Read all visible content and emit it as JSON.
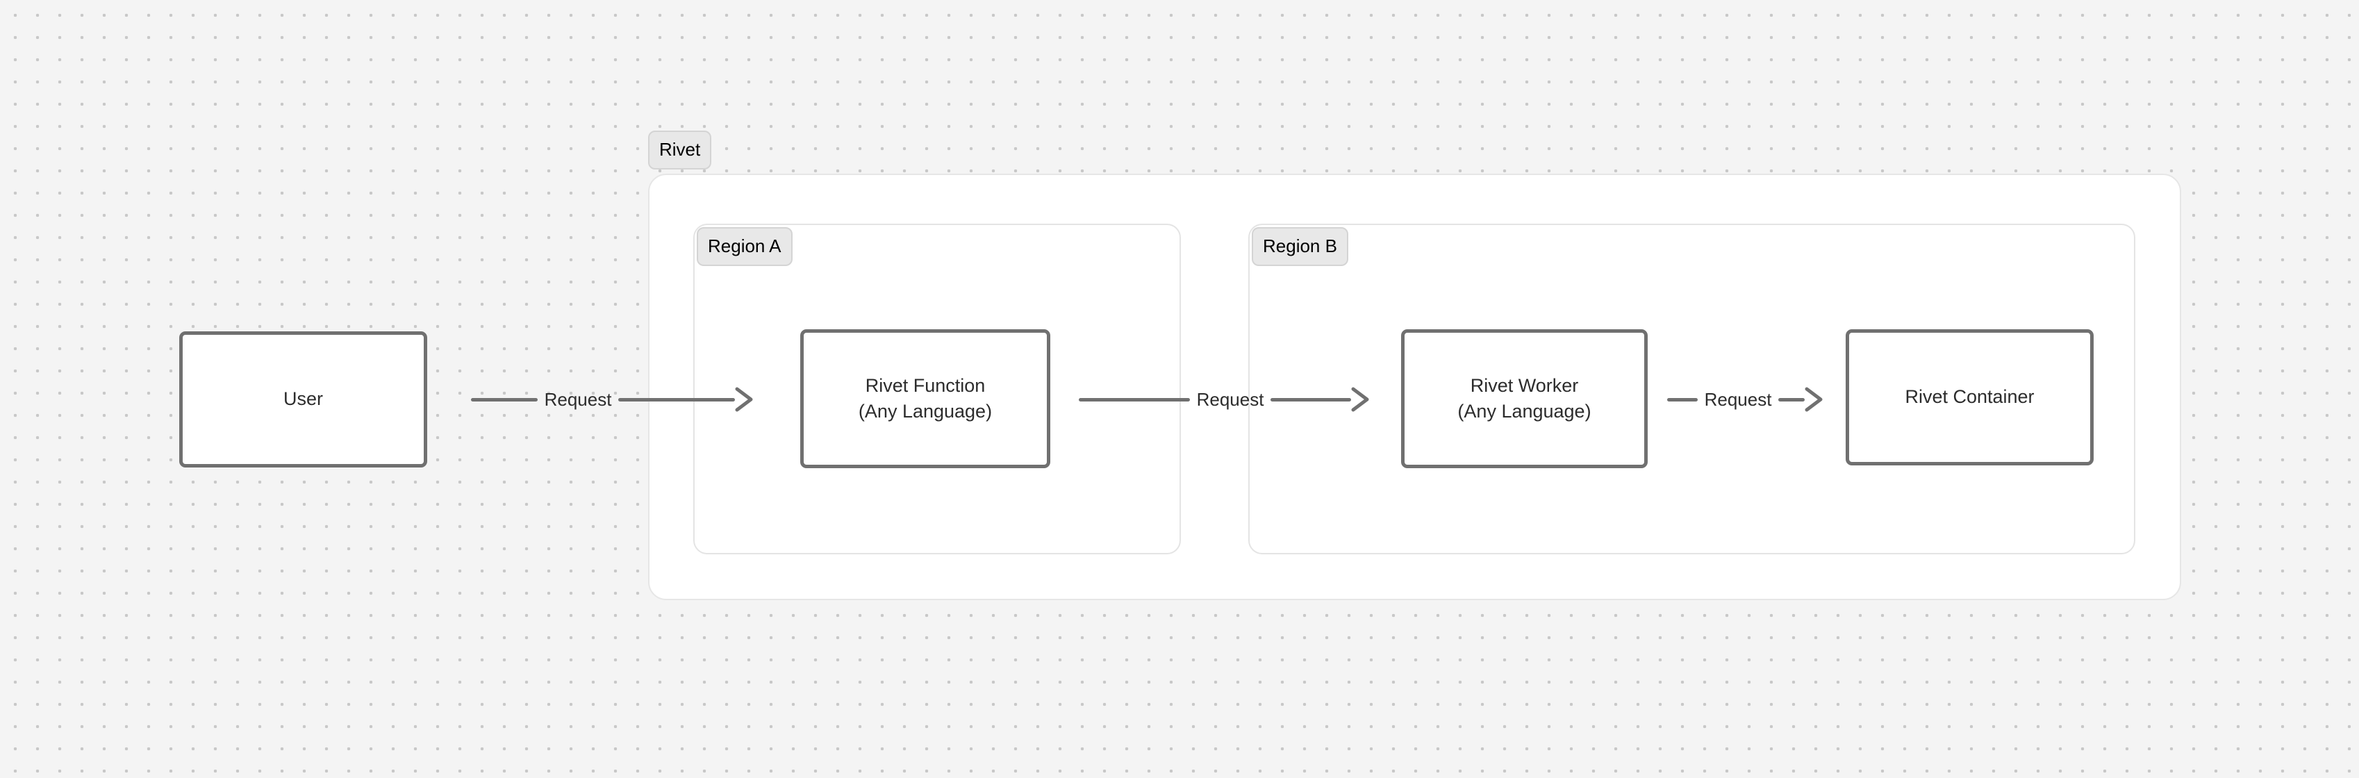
{
  "diagram": {
    "type": "flow-diagram",
    "background": {
      "color": "#f4f4f4",
      "dot_color": "#c8c8c8",
      "pattern": "dot-grid"
    },
    "colors": {
      "node_border": "#707070",
      "node_fill": "#ffffff",
      "group_border": "#e6e6e6",
      "group_fill": "#ffffff",
      "badge_fill": "#e8e8e8",
      "badge_border": "#d4d4d4",
      "edge": "#707070",
      "text": "#2c2c2c"
    },
    "groups": [
      {
        "id": "rivet",
        "label": "Rivet",
        "children": [
          "region-a",
          "region-b"
        ]
      },
      {
        "id": "region-a",
        "label": "Region A",
        "children": [
          "rivet-function"
        ]
      },
      {
        "id": "region-b",
        "label": "Region B",
        "children": [
          "rivet-worker",
          "rivet-container"
        ]
      }
    ],
    "nodes": [
      {
        "id": "user",
        "line1": "User",
        "line2": ""
      },
      {
        "id": "rivet-function",
        "line1": "Rivet Function",
        "line2": "(Any Language)"
      },
      {
        "id": "rivet-worker",
        "line1": "Rivet Worker",
        "line2": "(Any Language)"
      },
      {
        "id": "rivet-container",
        "line1": "Rivet Container",
        "line2": ""
      }
    ],
    "edges": [
      {
        "id": "edge-user-to-function",
        "from": "user",
        "to": "rivet-function",
        "label": "Request",
        "arrowhead": "open-chevron"
      },
      {
        "id": "edge-function-to-worker",
        "from": "rivet-function",
        "to": "rivet-worker",
        "label": "Request",
        "arrowhead": "open-chevron"
      },
      {
        "id": "edge-worker-to-container",
        "from": "rivet-worker",
        "to": "rivet-container",
        "label": "Request",
        "arrowhead": "open-chevron"
      }
    ]
  }
}
